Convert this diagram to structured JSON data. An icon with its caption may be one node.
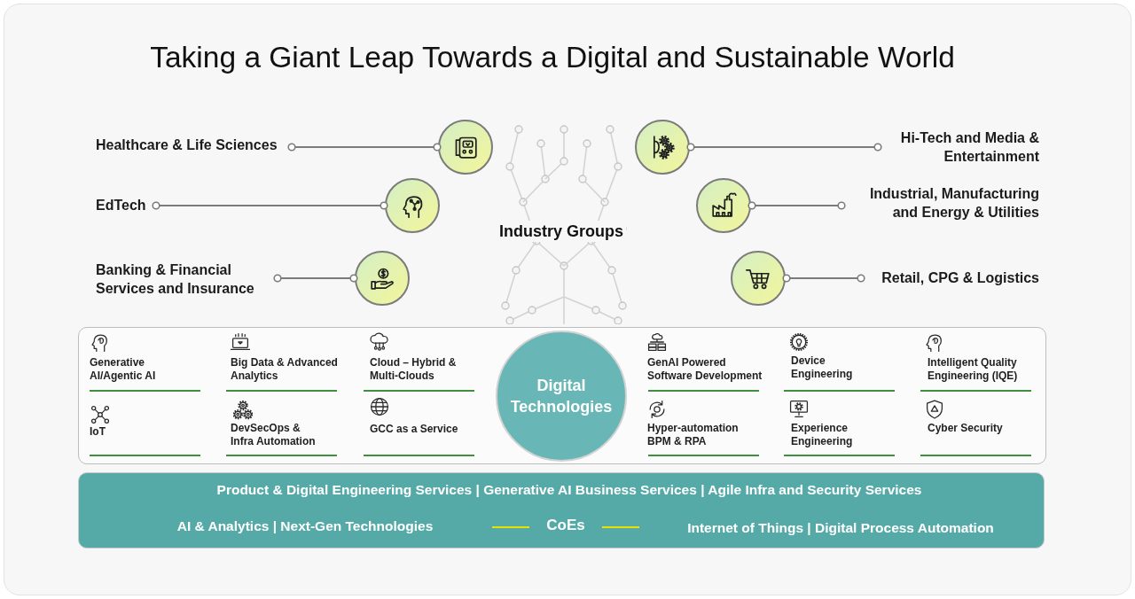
{
  "diagram": {
    "title": "Taking a Giant Leap Towards a Digital and Sustainable World",
    "nodes": [
      {
        "text": [
          "Healthcare & Life Sciences"
        ]
      },
      {
        "text": [],
        "shape": "circle"
      },
      {
        "text": [],
        "shape": "circle"
      },
      {
        "text": [
          "Hi-Tech and Media & Entertainment"
        ]
      },
      {
        "text": [
          "EdTech"
        ]
      },
      {
        "text": [],
        "shape": "circle"
      },
      {
        "text": [],
        "shape": "circle"
      },
      {
        "text": [
          "Industrial, Manufacturing and Energy & Utilities"
        ]
      },
      {
        "text": [
          "Banking & Financial Services and Insurance"
        ]
      },
      {
        "text": [],
        "shape": "circle"
      },
      {
        "text": [],
        "shape": "circle"
      },
      {
        "text": [
          "Retail, CPG & Logistics"
        ]
      },
      {
        "text": [
          "Digital Technologies"
        ]
      },
      {
        "text": [
          "Product & Digital Engineering Services | Generative AI Business Services | Agile Infra and Security Services",
          "AI & Analytics | Next-Gen Technologies",
          "CoEs",
          "Internet of Things | Digital Process Automation"
        ]
      }
    ],
    "edges": [
      {
        "from": 0,
        "to": 1,
        "arrow": "other"
      },
      {
        "from": 3,
        "to": 2,
        "arrow": "other"
      },
      {
        "from": 4,
        "to": 5,
        "arrow": "other"
      },
      {
        "from": 7,
        "to": 6,
        "arrow": "other"
      },
      {
        "from": 8,
        "to": 9,
        "arrow": "other"
      },
      {
        "from": 11,
        "to": 10,
        "arrow": "other"
      }
    ],
    "labels": [
      "Industry Groups",
      "Generative AI/Agentic AI",
      "Big Data & Advanced Analytics",
      "Cloud – Hybrid & Multi-Clouds",
      "GenAI Powered Software Development",
      "Device Engineering",
      "Intelligent Quality Engineering (IQE)",
      "IoT",
      "DevSecOps & Infra Automation",
      "GCC as a Service",
      "Hyper-automation BPM & RPA",
      "Experience Engineering",
      "Cyber Security"
    ]
  }
}
